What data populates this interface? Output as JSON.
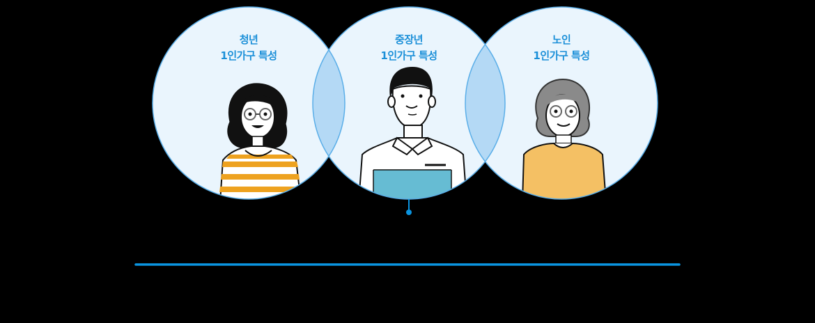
{
  "diagram": {
    "type": "venn",
    "colors": {
      "background": "#000000",
      "circle_fill": "#eaf5fd",
      "circle_stroke": "#5aaee8",
      "overlap_fill": "#b4d9f5",
      "title_text": "#1a8fd8",
      "connector": "#0a94e0",
      "baseline": "#0a94e0"
    },
    "groups": [
      {
        "id": "youth",
        "title_line1": "청년",
        "title_line2": "1인가구 특성",
        "figure": "young-woman-striped-shirt"
      },
      {
        "id": "middle-aged",
        "title_line1": "중장년",
        "title_line2": "1인가구 특성",
        "figure": "middle-aged-man-collared-shirt"
      },
      {
        "id": "elderly",
        "title_line1": "노인",
        "title_line2": "1인가구 특성",
        "figure": "elderly-woman-yellow-shirt"
      }
    ]
  }
}
